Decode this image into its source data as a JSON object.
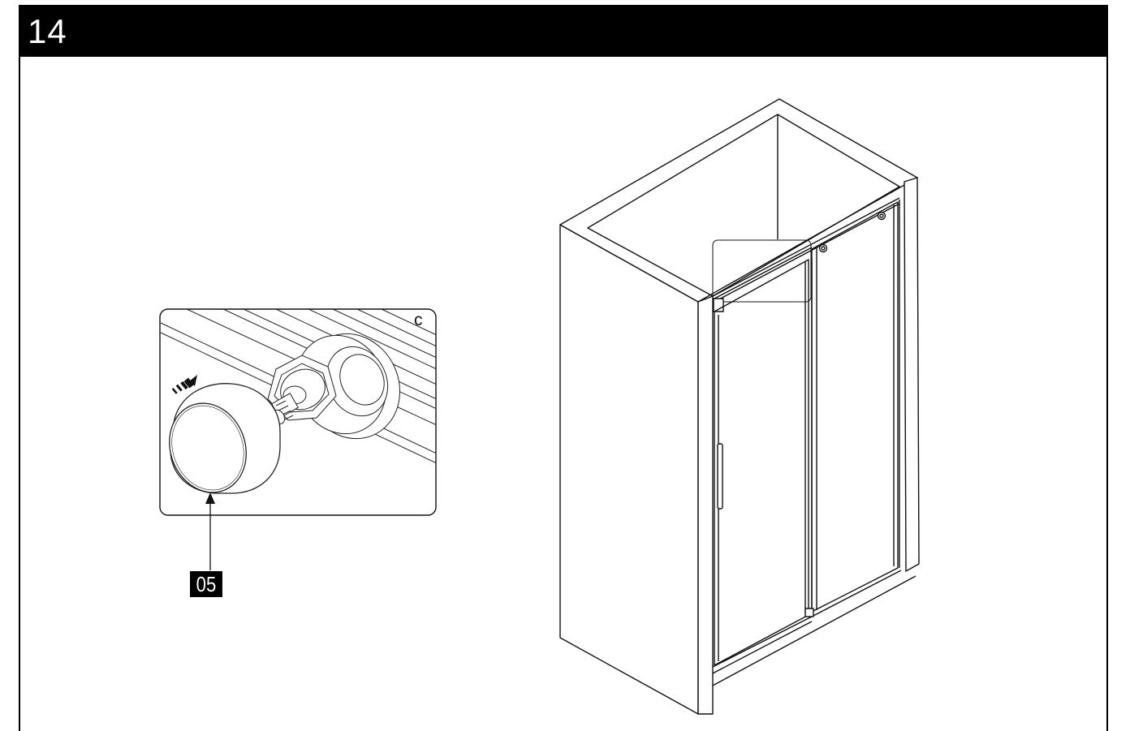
{
  "step": {
    "number": "14"
  },
  "detail": {
    "letter": "c"
  },
  "part": {
    "id": "05"
  },
  "colors": {
    "header_bg": "#000000",
    "header_text": "#ffffff",
    "line": "#111111"
  },
  "icons": {
    "arrow": "push-direction-arrow-icon"
  }
}
